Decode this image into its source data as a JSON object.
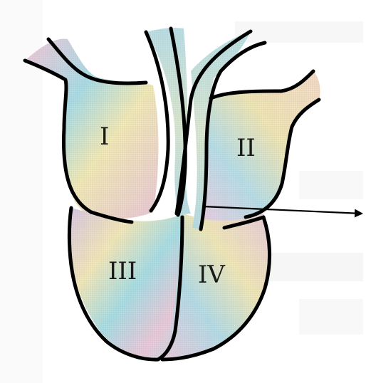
{
  "diagram": {
    "labels": {
      "chamber_1": "I",
      "chamber_2": "II",
      "chamber_3": "III",
      "chamber_4": "IV"
    },
    "colors": {
      "outline": "#000000",
      "fill_base": "#cfe3de",
      "tint_pink": "#f2c7d8",
      "tint_blue": "#a9dbe4",
      "tint_yellow": "#f0e8b6",
      "paper": "#ffffff",
      "print_shadow": "#e9e9e9"
    },
    "pointer": {
      "type": "arrow",
      "direction": "right"
    }
  }
}
